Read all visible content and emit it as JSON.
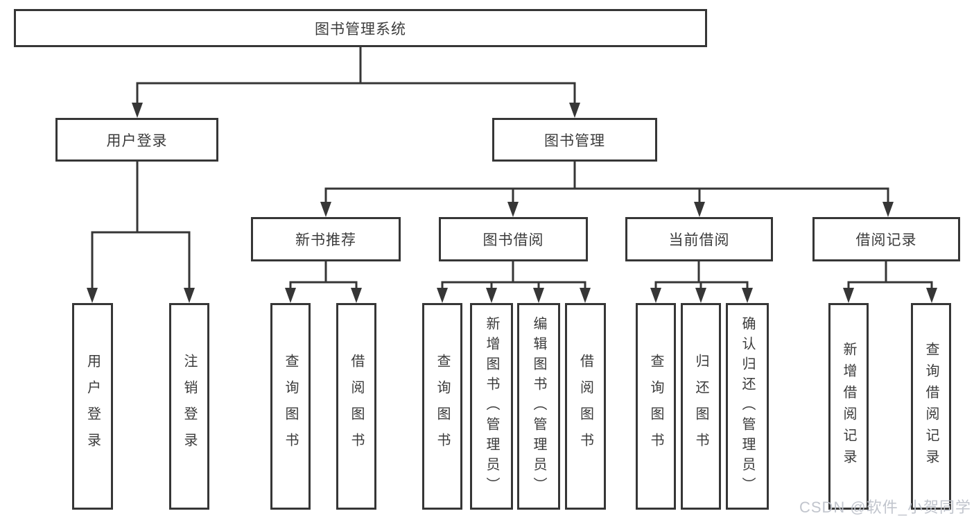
{
  "diagram": {
    "root": {
      "label": "图书管理系统"
    },
    "level2": [
      {
        "label": "用户登录"
      },
      {
        "label": "图书管理"
      }
    ],
    "level3": [
      {
        "label": "新书推荐"
      },
      {
        "label": "图书借阅"
      },
      {
        "label": "当前借阅"
      },
      {
        "label": "借阅记录"
      }
    ],
    "leaves": {
      "user_login": [
        {
          "label": "用户登录"
        },
        {
          "label": "注销登录"
        }
      ],
      "new_book_recommend": [
        {
          "label": "查询图书"
        },
        {
          "label": "借阅图书"
        }
      ],
      "book_borrow": [
        {
          "label": "查询图书"
        },
        {
          "label": "新增图书（管理员）"
        },
        {
          "label": "编辑图书（管理员）"
        },
        {
          "label": "借阅图书"
        }
      ],
      "current_borrow": [
        {
          "label": "查询图书"
        },
        {
          "label": "归还图书"
        },
        {
          "label": "确认归还（管理员）"
        }
      ],
      "borrow_records": [
        {
          "label": "新增借阅记录"
        },
        {
          "label": "查询借阅记录"
        }
      ]
    }
  },
  "watermark": {
    "text": "CSDN @软件_小贺同学"
  },
  "colors": {
    "line": "#363636",
    "text": "#3b3b3b",
    "background": "#ffffff",
    "watermark": "#bec2ca"
  }
}
